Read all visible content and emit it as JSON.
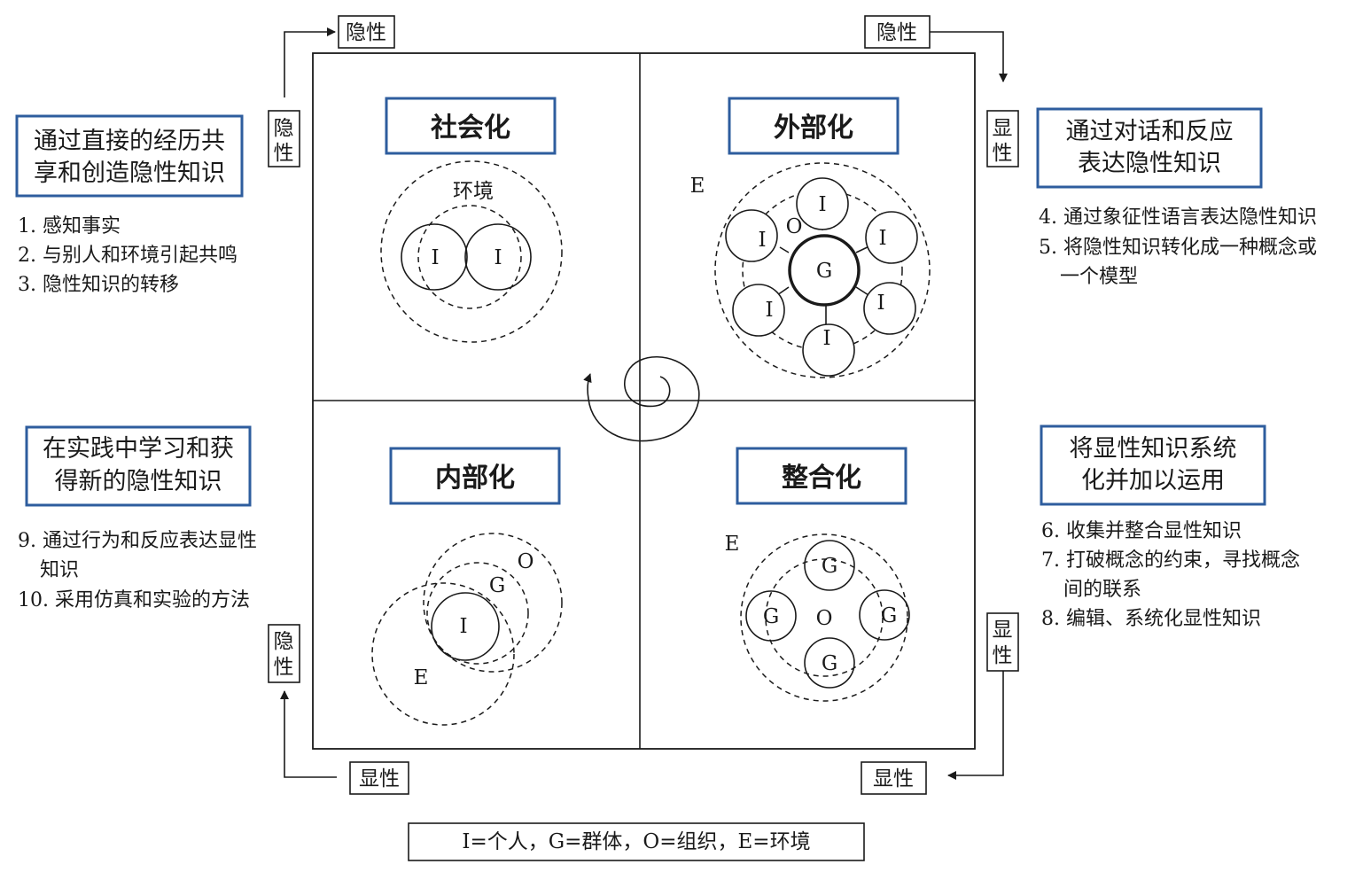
{
  "quadrants": {
    "socialization": {
      "title": "社会化",
      "env_label": "环境",
      "i1": "I",
      "i2": "I"
    },
    "externalization": {
      "title": "外部化",
      "e": "E",
      "o": "O",
      "g": "G",
      "i": "I"
    },
    "internalization": {
      "title": "内部化",
      "o": "O",
      "g": "G",
      "i": "I",
      "e": "E"
    },
    "combination": {
      "title": "整合化",
      "e": "E",
      "o": "O",
      "g": "G"
    }
  },
  "side_labels": {
    "top_left": "隐性",
    "top_right": "隐性",
    "left_upper_line1": "隐",
    "left_upper_line2": "性",
    "right_upper_line1": "显",
    "right_upper_line2": "性",
    "left_lower_line1": "隐",
    "left_lower_line2": "性",
    "right_lower_line1": "显",
    "right_lower_line2": "性",
    "bottom_left": "显性",
    "bottom_right": "显性"
  },
  "descriptions": {
    "socialization": {
      "line1": "通过直接的经历共",
      "line2": "享和创造隐性知识"
    },
    "externalization": {
      "line1": "通过对话和反应",
      "line2": "表达隐性知识"
    },
    "internalization": {
      "line1": "在实践中学习和获",
      "line2": "得新的隐性知识"
    },
    "combination": {
      "line1": "将显性知识系统",
      "line2": "化并加以运用"
    }
  },
  "lists": {
    "socialization": [
      "1. 感知事实",
      "2. 与别人和环境引起共鸣",
      "3. 隐性知识的转移"
    ],
    "externalization": [
      "4. 通过象征性语言表达隐性知识",
      "5. 将隐性知识转化成一种概念或",
      "一个模型"
    ],
    "internalization": [
      "9. 通过行为和反应表达显性",
      "知识",
      "10. 采用仿真和实验的方法"
    ],
    "combination": [
      "6. 收集并整合显性知识",
      "7. 打破概念的约束，寻找概念",
      "间的联系",
      "8. 编辑、系统化显性知识"
    ]
  },
  "legend": "I=个人，G=群体，O=组织，E=环境"
}
